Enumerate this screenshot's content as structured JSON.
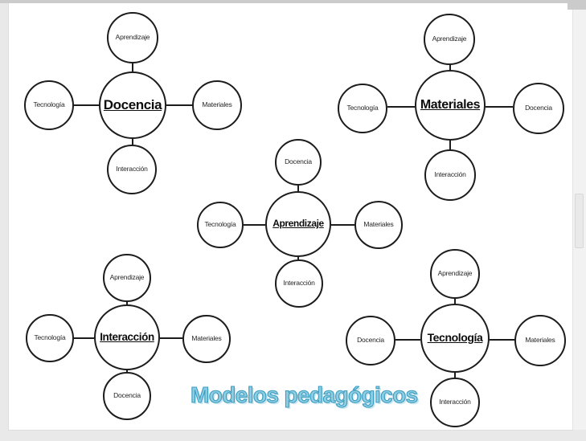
{
  "app": {
    "background_color": "#e9e9e9",
    "accent_color": "#4BACC6",
    "node_outline_color": "#1c1c1c",
    "node_fill_color": "#ffffff"
  },
  "slide": {
    "title": {
      "text": "Modelos pedagógicos",
      "color": "#4BACC6"
    },
    "clusters": [
      {
        "name": "docencia",
        "center": "Docencia",
        "top": "Aprendizaje",
        "left": "Tecnología",
        "right": "Materiales",
        "bottom": "Interacción"
      },
      {
        "name": "materiales",
        "center": "Materiales",
        "top": "Aprendizaje",
        "left": "Tecnología",
        "right": "Docencia",
        "bottom": "Interacción"
      },
      {
        "name": "aprendizaje",
        "center": "Aprendizaje",
        "top": "Docencia",
        "left": "Tecnología",
        "right": "Materiales",
        "bottom": "Interacción"
      },
      {
        "name": "interaccion",
        "center": "Interacción",
        "top": "Aprendizaje",
        "left": "Tecnología",
        "right": "Materiales",
        "bottom": "Docencia"
      },
      {
        "name": "tecnologia",
        "center": "Tecnología",
        "top": "Aprendizaje",
        "left": "Docencia",
        "right": "Materiales",
        "bottom": "Interacción"
      }
    ]
  }
}
